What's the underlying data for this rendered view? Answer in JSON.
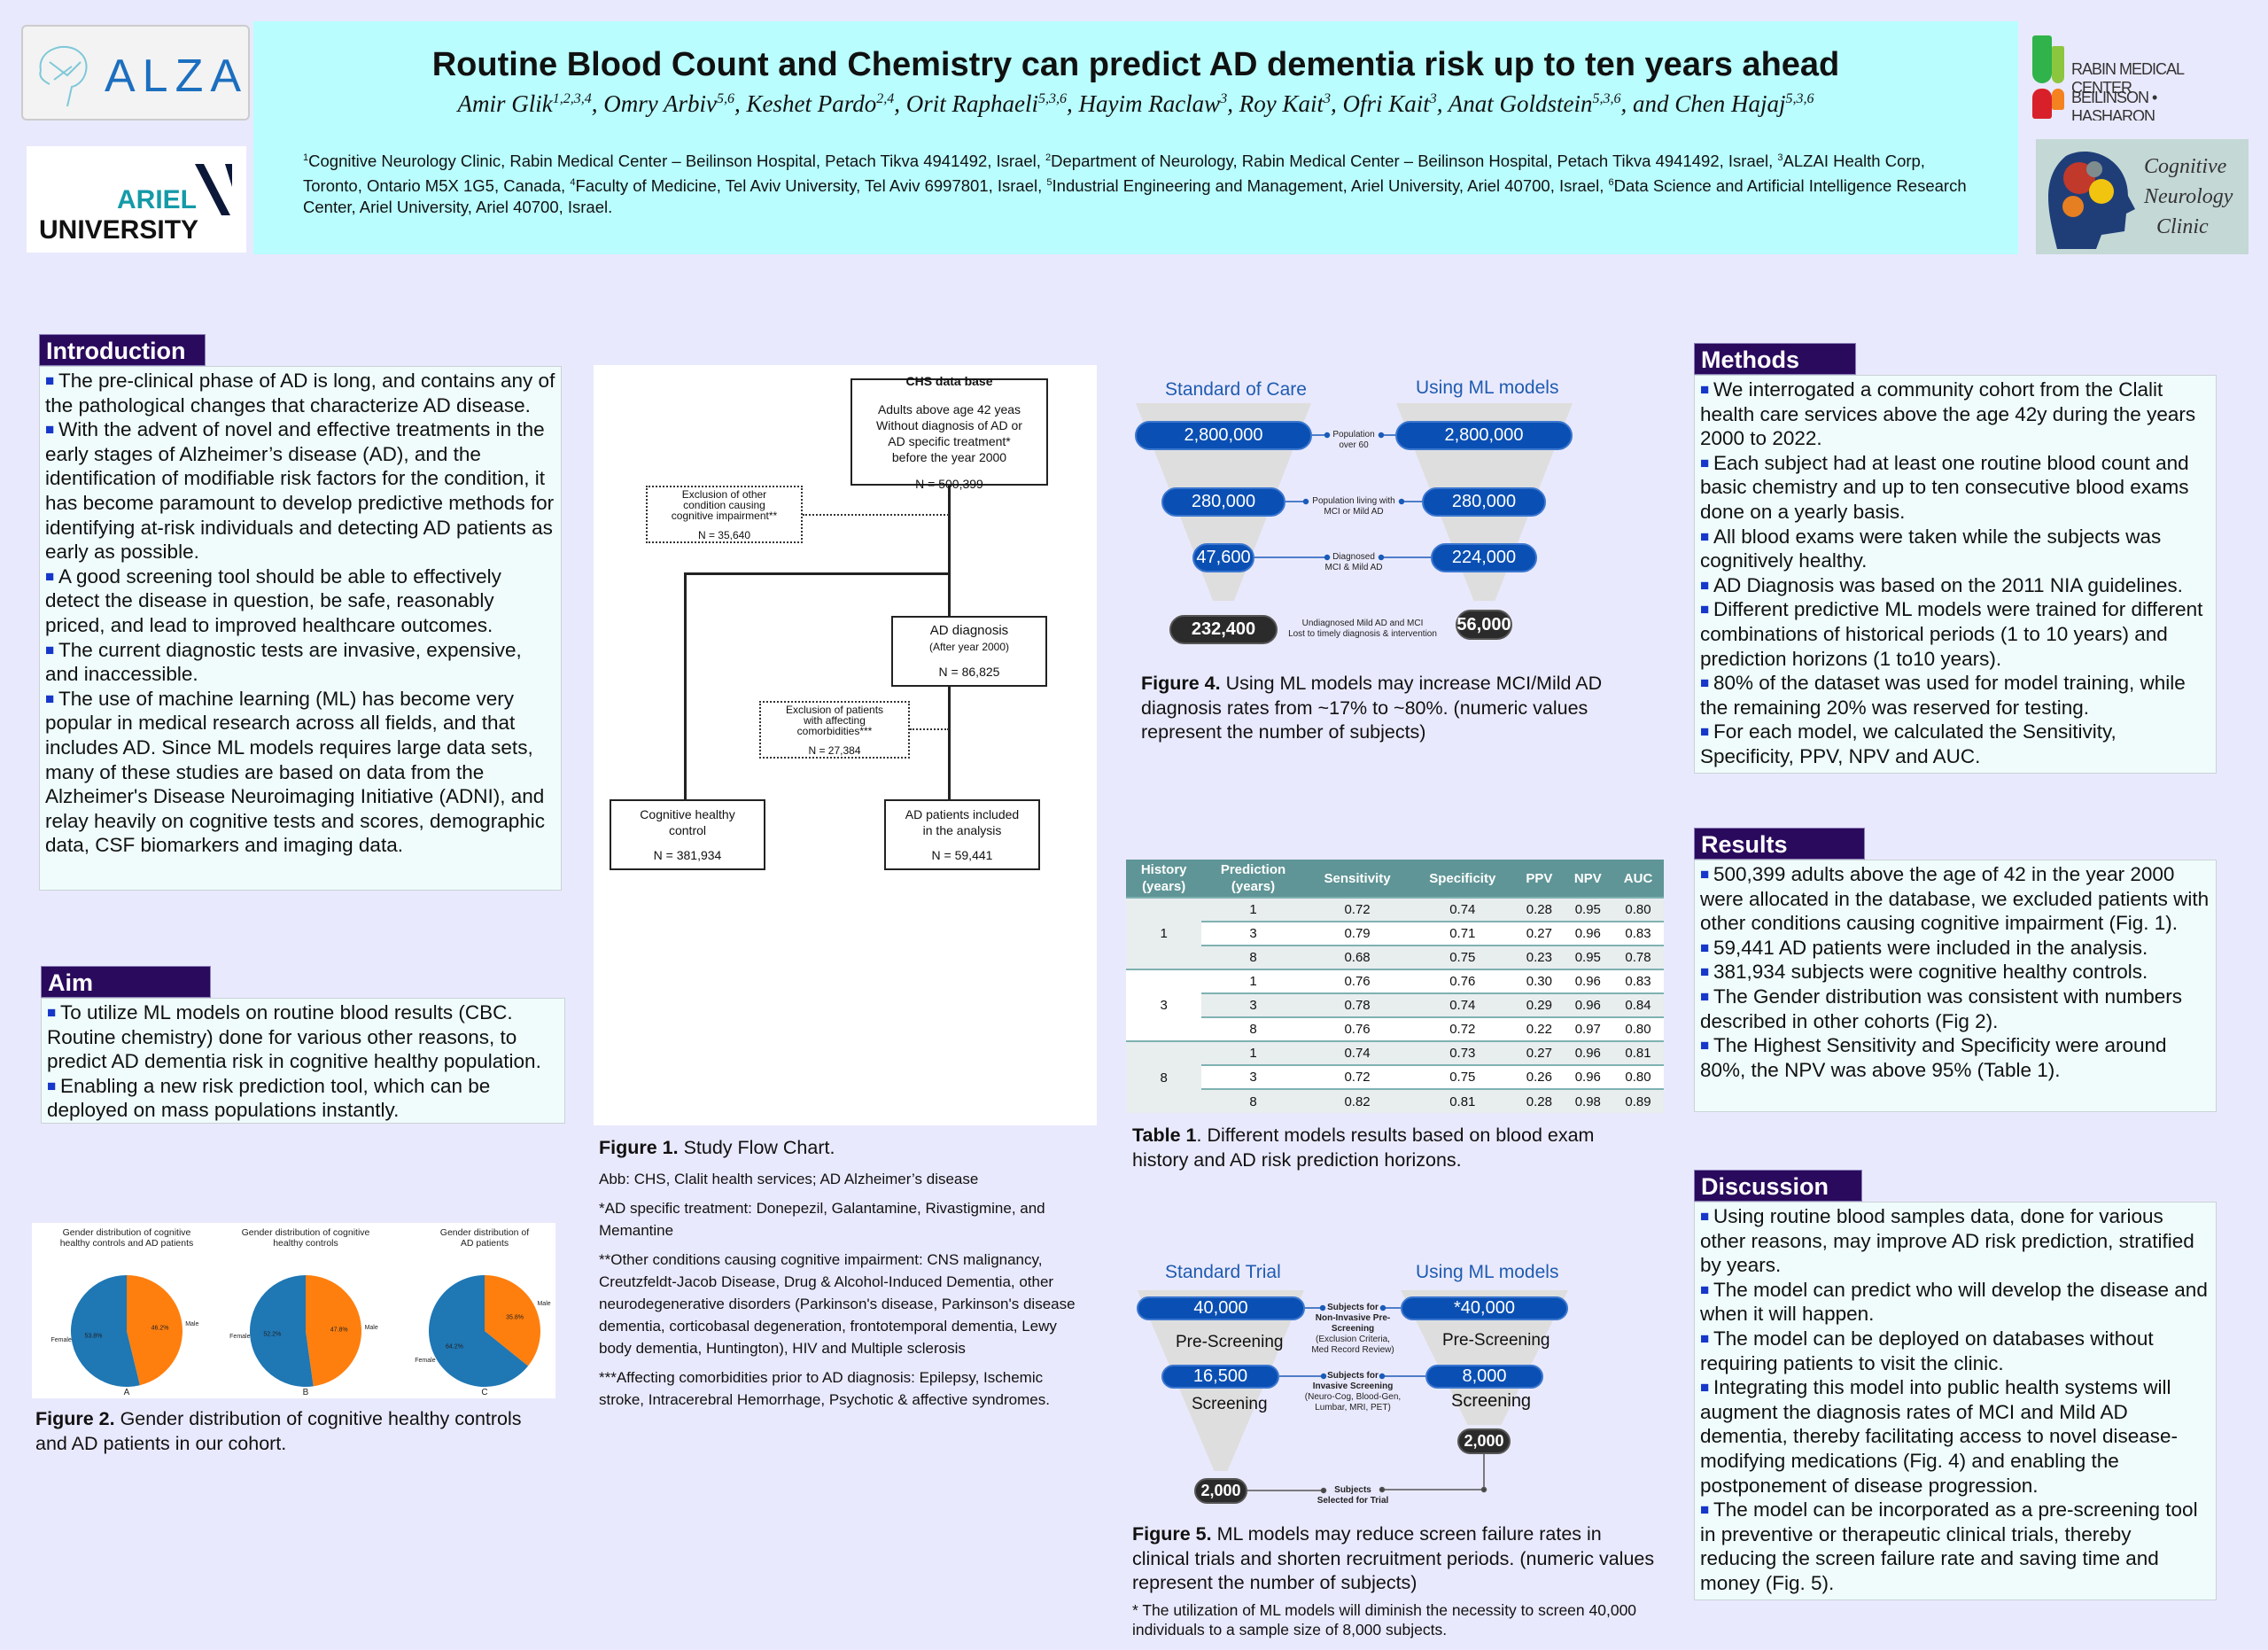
{
  "header": {
    "title": "Routine Blood Count and Chemistry can predict AD dementia risk up to ten years ahead",
    "authors": [
      {
        "name": "Amir Glik",
        "sup": "1,2,3,4"
      },
      {
        "name": "Omry Arbiv",
        "sup": "5,6"
      },
      {
        "name": "Keshet Pardo",
        "sup": "2,4"
      },
      {
        "name": "Orit Raphaeli",
        "sup": "5,3,6"
      },
      {
        "name": "Hayim Raclaw",
        "sup": "3"
      },
      {
        "name": "Roy Kait",
        "sup": "3"
      },
      {
        "name": "Ofri Kait",
        "sup": "3"
      },
      {
        "name": "Anat Goldstein",
        "sup": "5,3,6"
      }
    ],
    "last_connector": "and",
    "last_author": {
      "name": "Chen Hajaj",
      "sup": "5,3,6"
    },
    "affiliations": [
      {
        "sup": "1",
        "text": "Cognitive Neurology Clinic, Rabin Medical Center – Beilinson Hospital, Petach Tikva 4941492, Israel, "
      },
      {
        "sup": "2",
        "text": "Department of Neurology, Rabin Medical Center – Beilinson Hospital, Petach Tikva 4941492, Israel, "
      },
      {
        "sup": "3",
        "text": "ALZAI Health Corp, Toronto, Ontario M5X 1G5, Canada, "
      },
      {
        "sup": "4",
        "text": "Faculty of Medicine, Tel Aviv University, Tel Aviv 6997801, Israel, "
      },
      {
        "sup": "5",
        "text": "Industrial Engineering and Management, Ariel University, Ariel 40700, Israel, "
      },
      {
        "sup": "6",
        "text": "Data Science and Artificial Intelligence Research Center, Ariel University, Ariel 40700, Israel."
      }
    ]
  },
  "logos": {
    "alzai": "ALZAI",
    "ariel_top": "ARIEL",
    "ariel_bottom": "UNIVERSITY",
    "rabin_line1": "RABIN MEDICAL CENTER",
    "rabin_line2": "BEILINSON • HASHARON",
    "clinic": [
      "Cognitive",
      "Neurology",
      "Clinic"
    ]
  },
  "introduction": {
    "title": "Introduction",
    "bullets": [
      "The pre-clinical phase of AD is long, and contains any of the pathological changes that characterize AD disease.",
      "With the advent of novel and effective treatments in the early stages of Alzheimer’s disease (AD), and the identification of modifiable risk factors for the condition, it has become paramount to develop predictive methods for identifying at-risk individuals and detecting AD patients as early as possible.",
      "A good screening tool should be able to effectively detect the disease in question, be safe, reasonably priced, and lead to improved healthcare outcomes.",
      "The current diagnostic tests are invasive, expensive, and inaccessible.",
      "The use of machine learning (ML) has become very popular in medical research across all fields, and that includes AD. Since ML models requires large data sets, many of these studies are based on data from the Alzheimer's Disease Neuroimaging Initiative (ADNI), and relay heavily on cognitive tests and scores, demographic data,  CSF biomarkers and imaging data."
    ]
  },
  "aim": {
    "title": "Aim",
    "bullets": [
      "To utilize ML models on routine blood results (CBC. Routine chemistry) done for various other reasons, to predict AD dementia risk in cognitive healthy population.",
      "Enabling a new risk prediction tool, which can be deployed on mass populations instantly."
    ]
  },
  "methods": {
    "title": "Methods",
    "bullets": [
      "We interrogated a community cohort from the Clalit health care services above the age 42y during the years 2000 to 2022.",
      "Each subject had at least one routine blood count and basic chemistry and up to ten consecutive blood exams done on a yearly basis.",
      "All blood exams were taken while the subjects was cognitively healthy.",
      "AD Diagnosis was based on the 2011 NIA guidelines.",
      "Different predictive ML models were trained for different combinations of historical periods (1 to 10 years) and prediction horizons (1 to10 years).",
      "80% of the dataset was used for model training, while the remaining 20% was reserved for testing.",
      "For each model, we calculated the Sensitivity, Specificity, PPV, NPV and AUC."
    ]
  },
  "results": {
    "title": "Results",
    "bullets": [
      "500,399 adults above the age of 42 in the year 2000 were allocated in the database, we excluded patients with other conditions causing cognitive impairment (Fig. 1).",
      "59,441 AD patients were included in the analysis.",
      "381,934 subjects were cognitive healthy controls.",
      "The Gender distribution was consistent with numbers described in other cohorts  (Fig 2).",
      "The Highest Sensitivity and Specificity were around 80%, the NPV was above 95% (Table 1)."
    ]
  },
  "discussion": {
    "title": "Discussion",
    "bullets": [
      "Using routine blood samples data, done for various other reasons, may improve AD risk prediction, stratified by years.",
      "The model can predict who will develop the disease and when it will happen.",
      "The model can be deployed on databases without requiring patients to visit the clinic.",
      "Integrating this model into public health systems will augment the diagnosis rates of MCI and Mild AD dementia, thereby facilitating access to novel disease-modifying medications (Fig. 4) and enabling the postponement of disease progression.",
      "The model can be incorporated as a pre-screening tool in preventive or therapeutic clinical trials, thereby reducing the screen failure rate and saving time and money (Fig. 5)."
    ]
  },
  "figure1": {
    "chs": {
      "title": "CHS data base",
      "lines": [
        "Adults above age 42 yeas",
        "Without diagnosis of AD or",
        "AD specific treatment*",
        "before the year 2000"
      ],
      "n": "N = 500,399"
    },
    "excl1": {
      "lines": [
        "Exclusion of other",
        "condition causing",
        "cognitive impairment**"
      ],
      "n": "N = 35,640"
    },
    "addx": {
      "title": "AD diagnosis",
      "sub": "(After year 2000)",
      "n": "N = 86,825"
    },
    "excl2": {
      "lines": [
        "Exclusion of patients",
        "with affecting",
        "comorbidities***"
      ],
      "n": "N = 27,384"
    },
    "control": {
      "lines": [
        "Cognitive healthy",
        "control"
      ],
      "n": "N = 381,934"
    },
    "included": {
      "lines": [
        "AD patients included",
        "in the analysis"
      ],
      "n": "N = 59,441"
    },
    "caption_label": "Figure 1.",
    "caption": " Study Flow Chart.",
    "notes": [
      "Abb: CHS, Clalit health services; AD Alzheimer’s disease",
      "*AD specific treatment: Donepezil, Galantamine, Rivastigmine, and Memantine",
      "**Other conditions causing cognitive impairment: CNS malignancy, Creutzfeldt-Jacob Disease, Drug & Alcohol-Induced Dementia, other neurodegenerative disorders (Parkinson's disease, Parkinson's disease dementia, corticobasal degeneration, frontotemporal dementia, Lewy body dementia, Huntington), HIV and Multiple sclerosis",
      "***Affecting comorbidities prior to AD diagnosis: Epilepsy, Ischemic stroke, Intracerebral Hemorrhage, Psychotic & affective syndromes."
    ]
  },
  "chart_data": [
    {
      "type": "pie",
      "title": "Gender distribution of cognitive healthy controls and AD patients",
      "label": "A",
      "slices": [
        {
          "name": "Male",
          "value": 46.2,
          "text": "46.2%"
        },
        {
          "name": "Female",
          "value": 53.8,
          "text": "53.8%"
        }
      ]
    },
    {
      "type": "pie",
      "title": "Gender distribution of cognitive healthy controls",
      "label": "B",
      "slices": [
        {
          "name": "Male",
          "value": 47.8,
          "text": "47.8%"
        },
        {
          "name": "Female",
          "value": 52.2,
          "text": "52.2%"
        }
      ]
    },
    {
      "type": "pie",
      "title": "Gender distribution of AD patients",
      "label": "C",
      "slices": [
        {
          "name": "Male",
          "value": 35.8,
          "text": "35.8%"
        },
        {
          "name": "Female",
          "value": 64.2,
          "text": "64.2%"
        }
      ]
    }
  ],
  "pie_colors": {
    "Male": "#ff7f0e",
    "Female": "#1f77b4"
  },
  "figure2": {
    "caption_label": "Figure 2.",
    "caption": " Gender distribution of cognitive healthy controls and AD patients in our cohort."
  },
  "figure4": {
    "left_title": "Standard of Care",
    "right_title": "Using ML models",
    "left": [
      "2,800,000",
      "280,000",
      "47,600",
      "232,400"
    ],
    "right": [
      "2,800,000",
      "280,000",
      "224,000",
      "56,000"
    ],
    "labels": [
      [
        "Population",
        "over 60"
      ],
      [
        "Population living with",
        "MCI or Mild AD"
      ],
      [
        "Diagnosed",
        "MCI & Mild AD"
      ],
      [
        "Undiagnosed Mild AD and MCI",
        "Lost to timely diagnosis & intervention"
      ]
    ],
    "caption_label": "Figure 4.",
    "caption": " Using ML models may increase MCI/Mild AD diagnosis rates from ~17% to ~80%. (numeric values represent the number of subjects)"
  },
  "table1": {
    "headers": [
      [
        "History",
        "(years)"
      ],
      [
        "Prediction",
        "(years)"
      ],
      [
        "Sensitivity"
      ],
      [
        "Specificity"
      ],
      [
        "PPV"
      ],
      [
        "NPV"
      ],
      [
        "AUC"
      ]
    ],
    "groups": [
      {
        "history": "1",
        "rows": [
          [
            "1",
            "0.72",
            "0.74",
            "0.28",
            "0.95",
            "0.80"
          ],
          [
            "3",
            "0.79",
            "0.71",
            "0.27",
            "0.96",
            "0.83"
          ],
          [
            "8",
            "0.68",
            "0.75",
            "0.23",
            "0.95",
            "0.78"
          ]
        ]
      },
      {
        "history": "3",
        "rows": [
          [
            "1",
            "0.76",
            "0.76",
            "0.30",
            "0.96",
            "0.83"
          ],
          [
            "3",
            "0.78",
            "0.74",
            "0.29",
            "0.96",
            "0.84"
          ],
          [
            "8",
            "0.76",
            "0.72",
            "0.22",
            "0.97",
            "0.80"
          ]
        ]
      },
      {
        "history": "8",
        "rows": [
          [
            "1",
            "0.74",
            "0.73",
            "0.27",
            "0.96",
            "0.81"
          ],
          [
            "3",
            "0.72",
            "0.75",
            "0.26",
            "0.96",
            "0.80"
          ],
          [
            "8",
            "0.82",
            "0.81",
            "0.28",
            "0.98",
            "0.89"
          ]
        ]
      }
    ],
    "caption_label": "Table 1",
    "caption": ". Different models results based on blood exam history and AD risk prediction horizons."
  },
  "figure5": {
    "left_title": "Standard Trial",
    "right_title": "Using ML models",
    "left": [
      "40,000",
      "16,500",
      "2,000"
    ],
    "right": [
      "*40,000",
      "8,000",
      "2,000"
    ],
    "stage1": "Pre-Screening",
    "stage2": "Screening",
    "labels": [
      {
        "bold": [
          "Subjects for",
          "Non-Invasive Pre-",
          "Screening"
        ],
        "plain": [
          "(Exclusion Criteria,",
          "Med Record Review)"
        ]
      },
      {
        "bold": [
          "Subjects for",
          "Invasive Screening"
        ],
        "plain": [
          "(Neuro-Cog, Blood-Gen,",
          "Lumbar, MRI, PET)"
        ]
      },
      {
        "bold": [
          "Subjects",
          "Selected for Trial"
        ],
        "plain": []
      }
    ],
    "caption_label": "Figure 5.",
    "caption": " ML models may reduce screen failure rates in clinical trials and shorten recruitment periods. (numeric values represent the number of subjects)",
    "footnote": "* The utilization of ML models will diminish the necessity to screen 40,000 individuals to a sample size of 8,000 subjects."
  }
}
